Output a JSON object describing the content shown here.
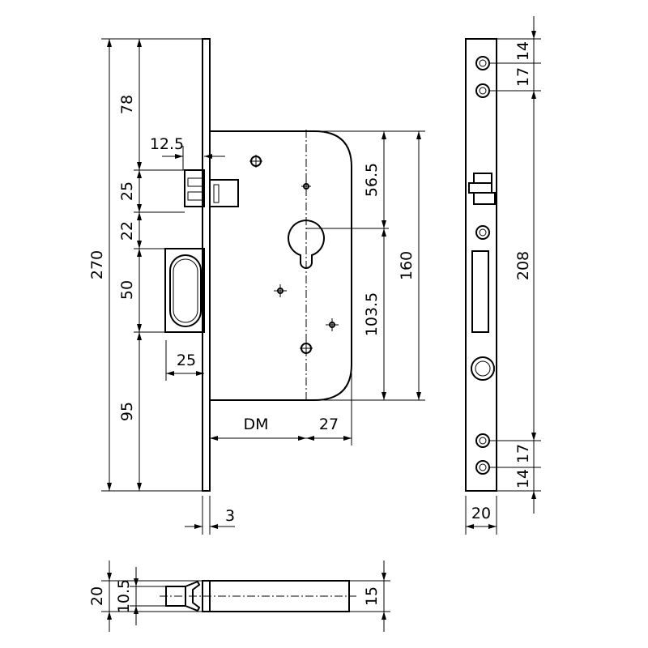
{
  "front": {
    "h_total": "270",
    "h_top": "78",
    "latch_offset": "12.5",
    "latch_h": "25",
    "gap": "22",
    "bolt_h": "50",
    "bolt_w": "25",
    "bottom": "95",
    "plate_t": "3",
    "cyl_top": "56.5",
    "case_h": "160",
    "cyl_bottom": "103.5",
    "backset": "DM",
    "cyl_side": "27"
  },
  "side": {
    "top_14": "14",
    "top_17": "17",
    "span": "208",
    "bot_17": "17",
    "bot_14": "14",
    "width": "20"
  },
  "bottom_view": {
    "outer": "20",
    "inner": "10.5",
    "bar": "15"
  }
}
